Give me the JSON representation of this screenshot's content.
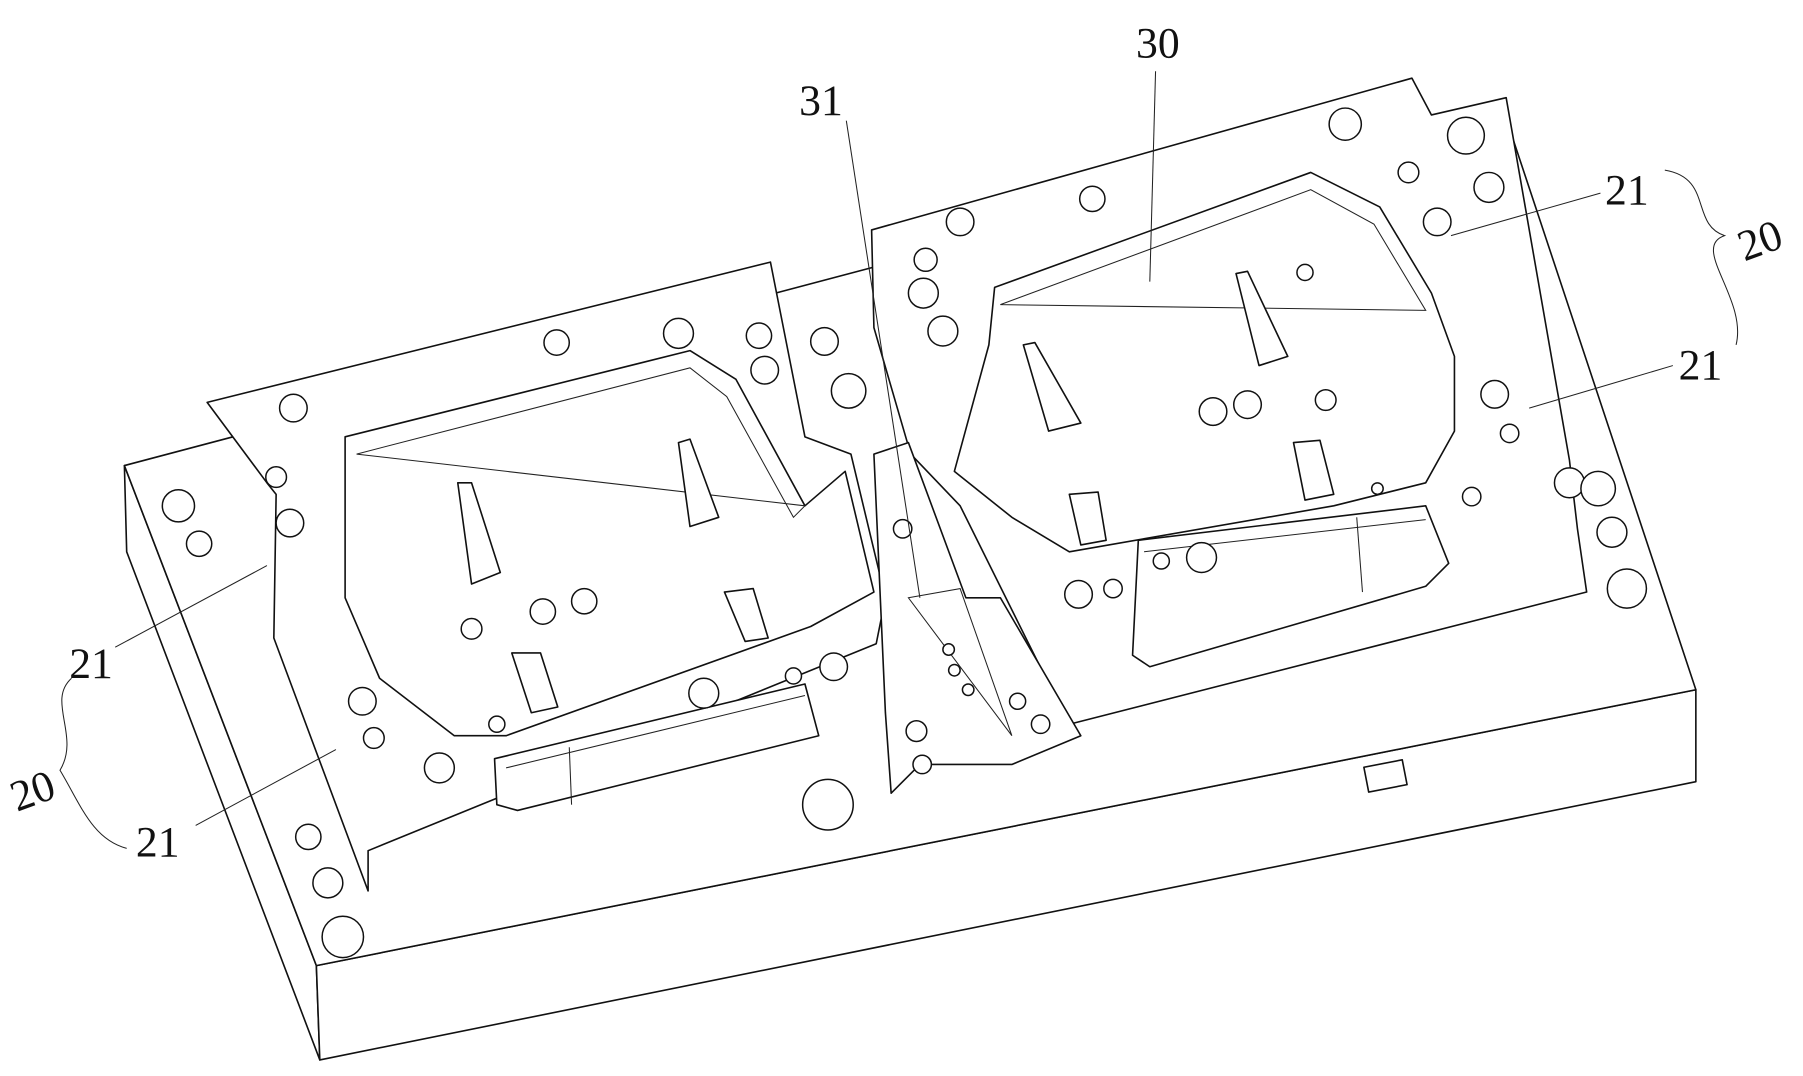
{
  "figure": {
    "labels": {
      "mold_core": "30",
      "insert": "31",
      "sub_block_right_top": "21",
      "sub_block_right_bottom": "21",
      "assembly_right": "20",
      "sub_block_left_top": "21",
      "assembly_left": "20",
      "sub_block_left_bottom": "21"
    }
  }
}
